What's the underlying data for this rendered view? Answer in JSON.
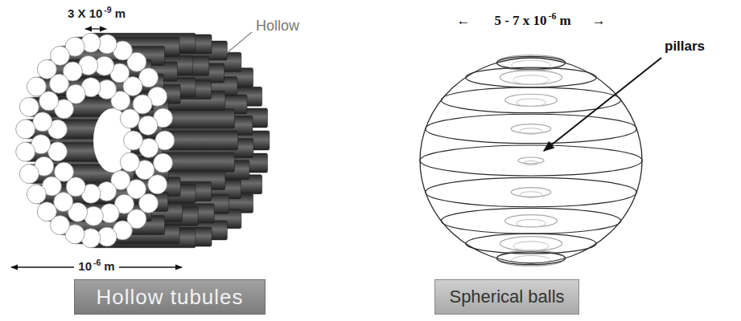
{
  "diagram": {
    "nodes": [
      {
        "text": [
          "Hollow tubules"
        ]
      },
      {
        "text": [
          "Spherical balls"
        ]
      }
    ],
    "labels": [
      "3 X 10",
      "-9",
      "m",
      "Hollow",
      "10",
      "-6",
      "m",
      "←",
      "5 - 7 x 10",
      "-6",
      "m",
      "→",
      "pillars"
    ]
  }
}
